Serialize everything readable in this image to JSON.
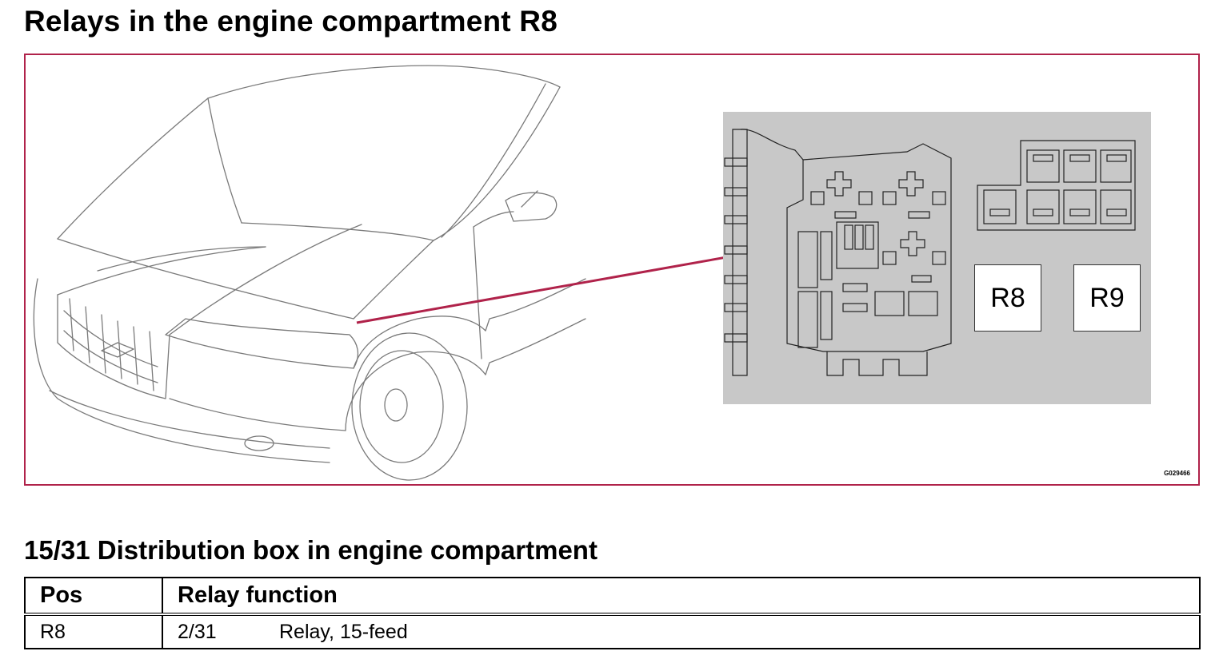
{
  "page": {
    "title": "Relays in the engine compartment R8",
    "accent_color": "#b0224a"
  },
  "figure": {
    "callout_labels": [
      "R8",
      "R9"
    ],
    "figure_code": "G029466"
  },
  "section": {
    "title": "15/31 Distribution box in engine compartment"
  },
  "table": {
    "headers": [
      "Pos",
      "Relay function"
    ],
    "rows": [
      {
        "pos": "R8",
        "code": "2/31",
        "description": "Relay, 15-feed"
      }
    ]
  }
}
